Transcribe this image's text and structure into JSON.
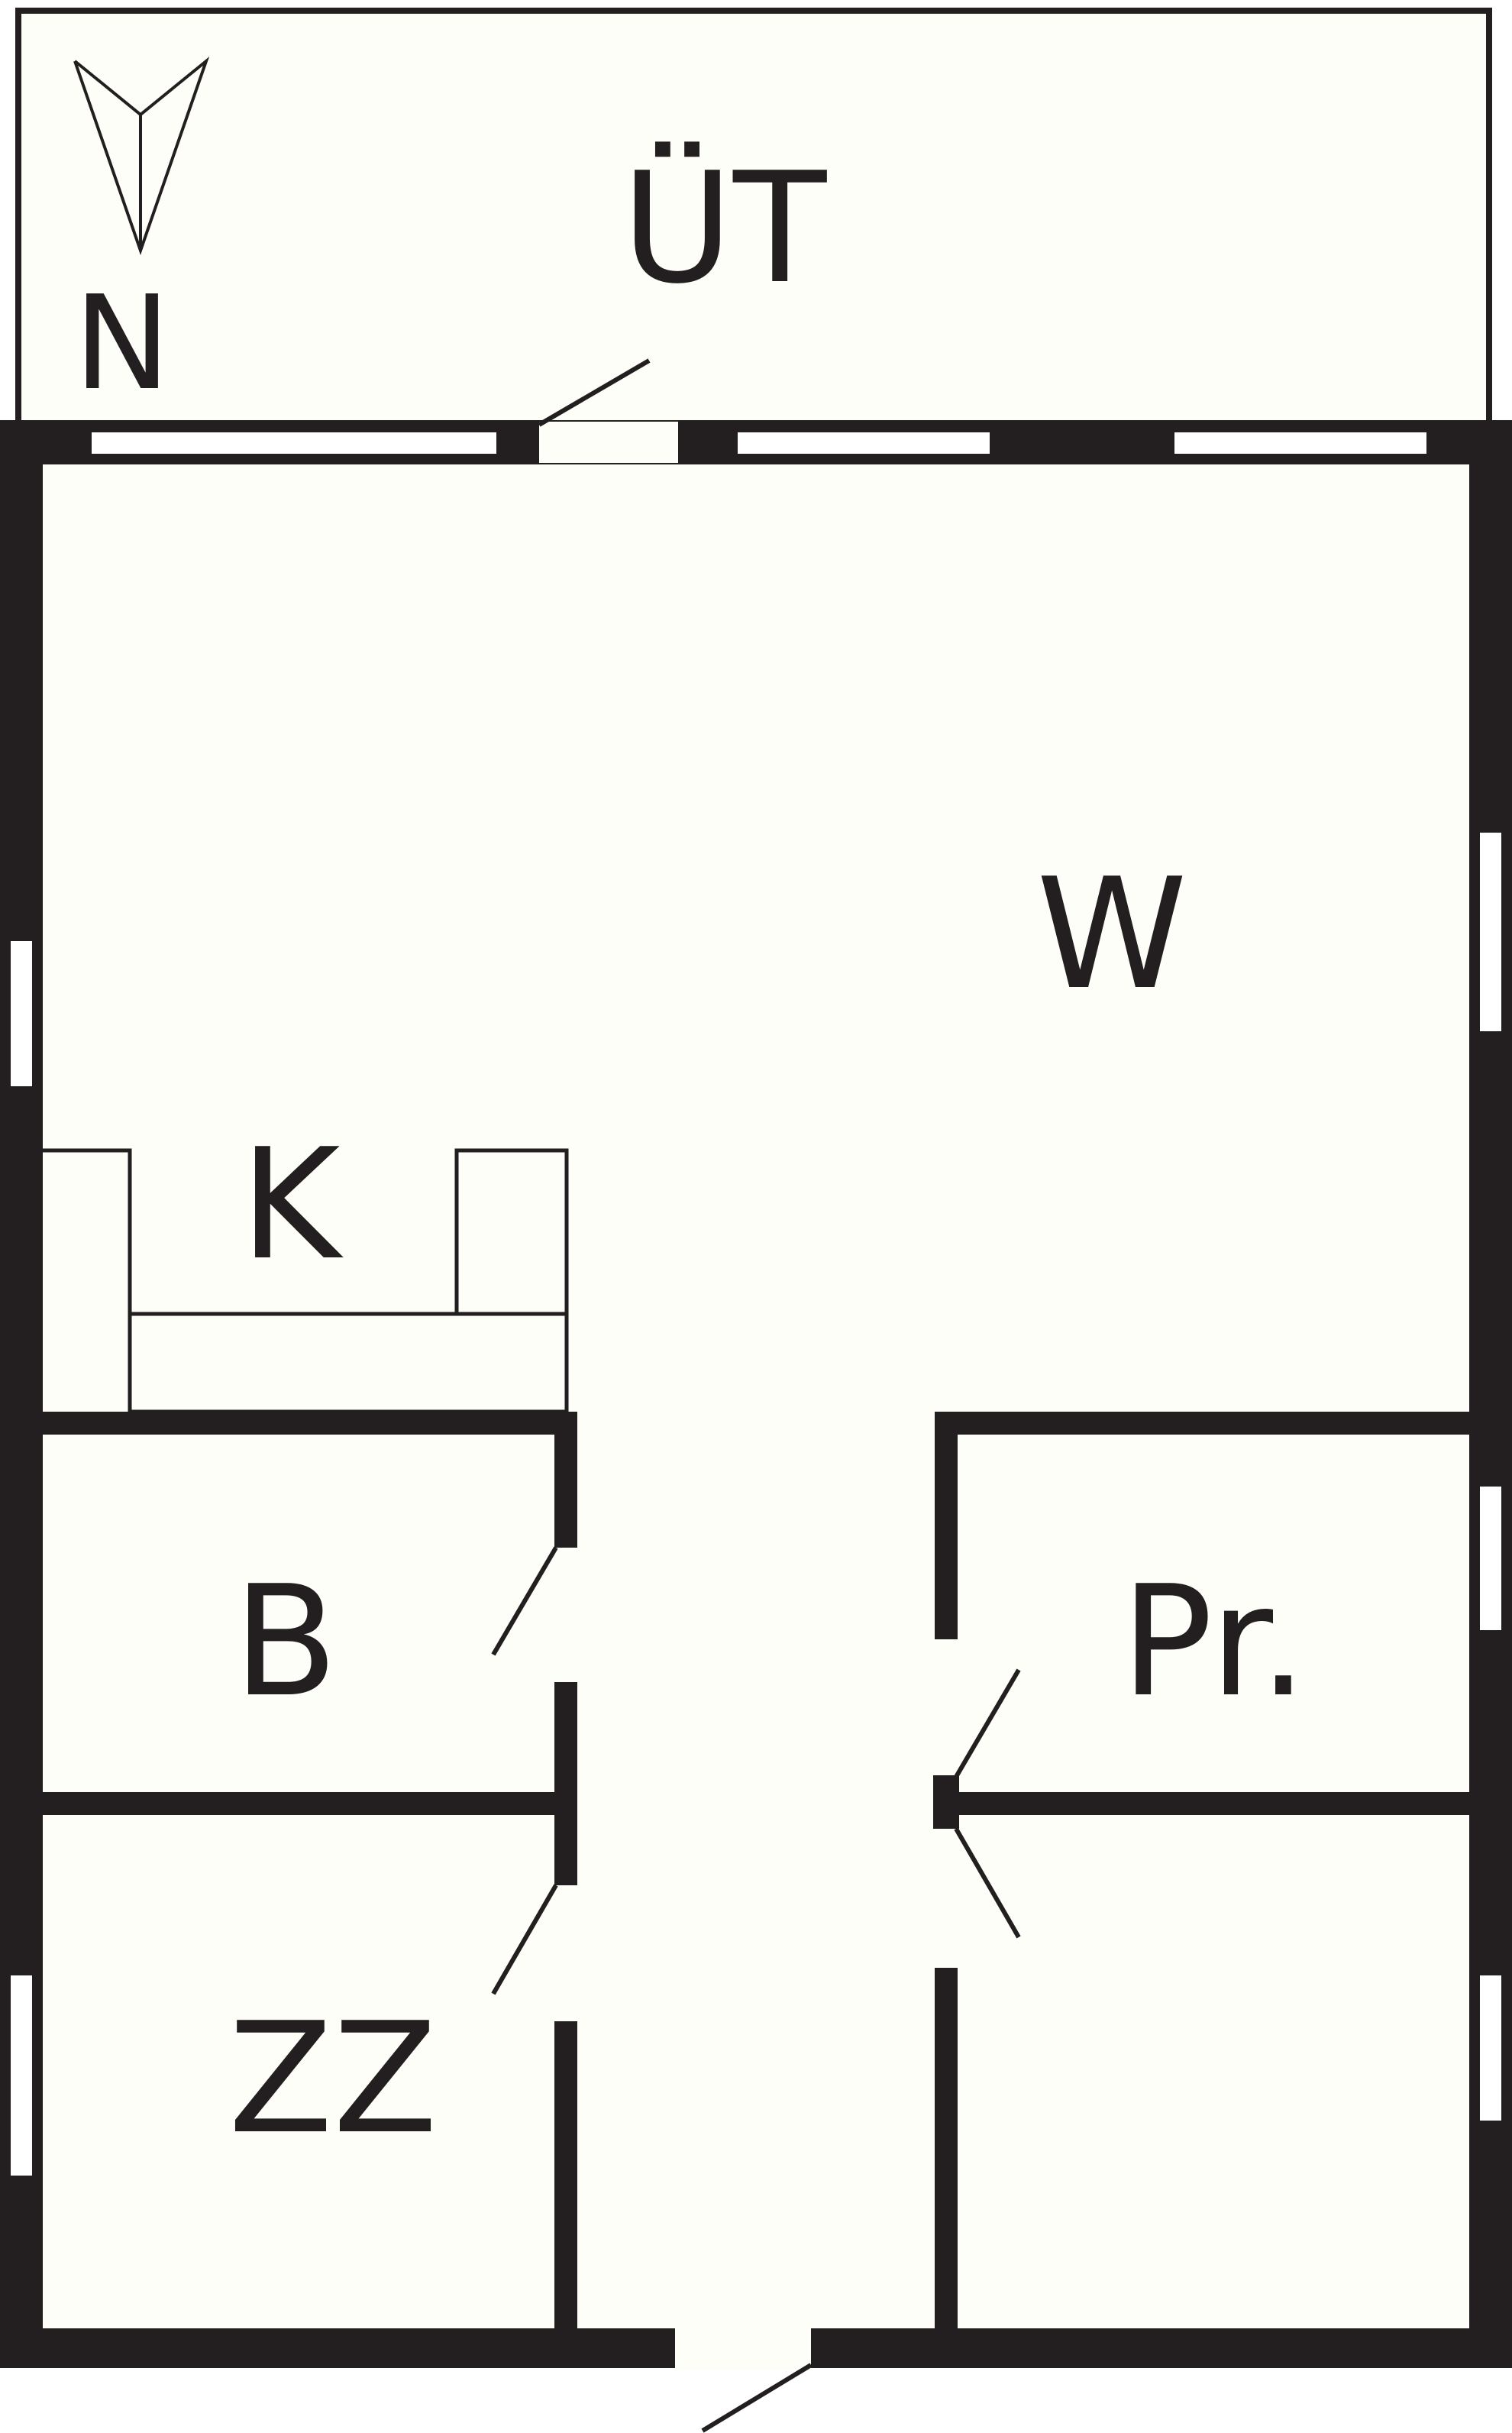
{
  "floor_plan": {
    "colors": {
      "wall": "#231f20",
      "floor": "#fefef9",
      "window": "#ffffff"
    },
    "compass": {
      "icon": "north-arrow-icon",
      "label": "N"
    },
    "rooms": {
      "balcony": "ÜT",
      "living": "W",
      "kitchen": "K",
      "bathroom": "B",
      "storage": "Pr.",
      "bedroom": "ZZ",
      "room_unlabeled": ""
    }
  }
}
